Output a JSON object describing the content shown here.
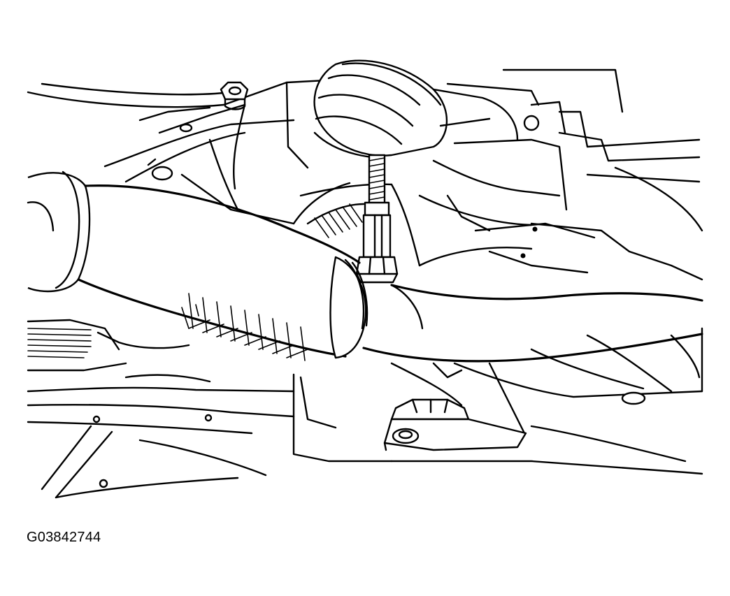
{
  "figure": {
    "id_label": "G03842744"
  },
  "colors": {
    "ink": "#000000",
    "paper": "#ffffff"
  },
  "components": [
    "exhaust-pipe",
    "oxygen-sensor",
    "drive-axle-boot",
    "crossmember",
    "engine-mount"
  ]
}
